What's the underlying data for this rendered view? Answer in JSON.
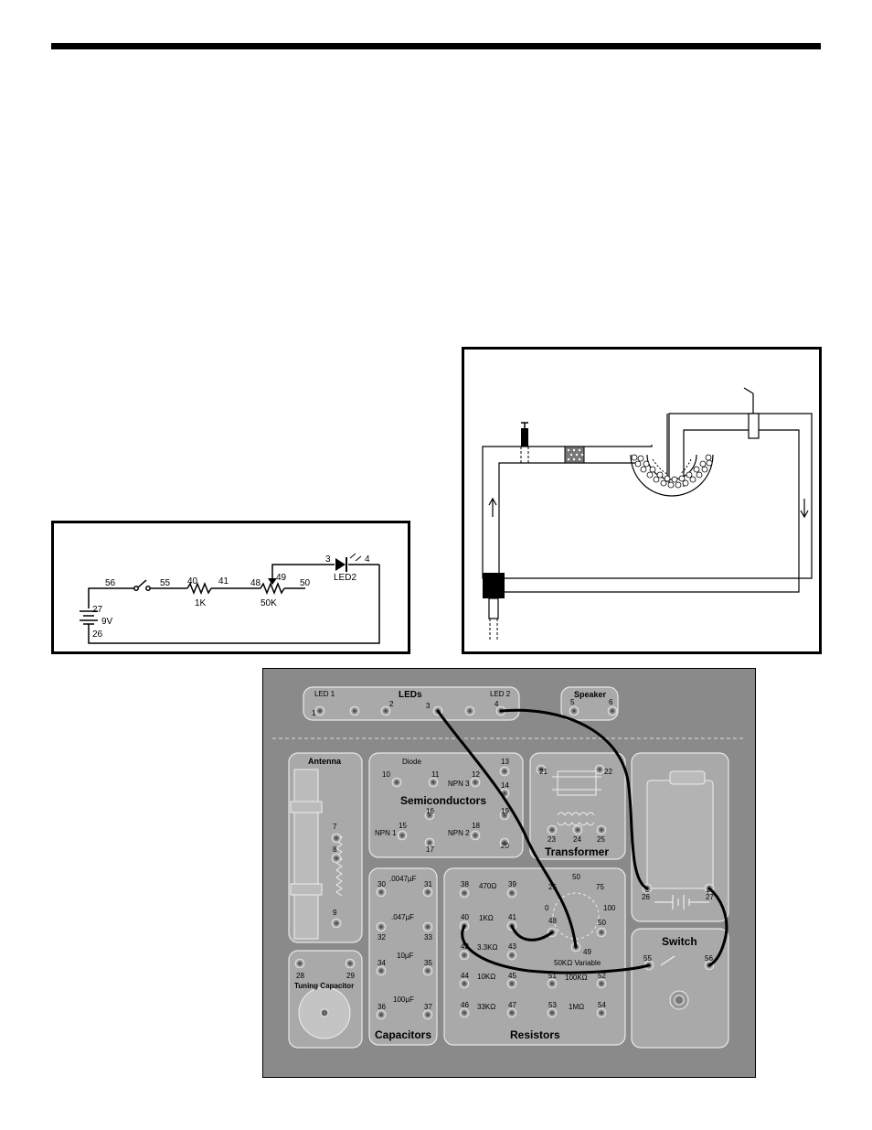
{
  "schematic": {
    "nodes": [
      "56",
      "55",
      "40",
      "41",
      "48",
      "49",
      "50",
      "3",
      "4",
      "27",
      "26"
    ],
    "battery_label": "9V",
    "resistor_label": "1K",
    "pot_label": "50K",
    "led_label": "LED2"
  },
  "kit": {
    "leds_title": "LEDs",
    "led1_label": "LED 1",
    "led2_label": "LED 2",
    "led_terminals": [
      "1",
      "2",
      "3",
      "4"
    ],
    "speaker_title": "Speaker",
    "speaker_terminals": [
      "5",
      "6"
    ],
    "antenna_title": "Antenna",
    "antenna_terminals": [
      "7",
      "8",
      "9"
    ],
    "diode_label": "Diode",
    "semiconductors_title": "Semiconductors",
    "semi_terminals": [
      "10",
      "11",
      "12",
      "13",
      "14",
      "15",
      "16",
      "17",
      "18",
      "19",
      "20"
    ],
    "npn_labels": [
      "NPN 3",
      "NPN 1",
      "NPN 2"
    ],
    "transformer_title": "Transformer",
    "transformer_terminals": [
      "21",
      "22",
      "23",
      "24",
      "25"
    ],
    "capacitors_title": "Capacitors",
    "cap_values": [
      ".0047µF",
      ".047µF",
      "10µF",
      "100µF"
    ],
    "cap_terminals": [
      "30",
      "31",
      "32",
      "33",
      "34",
      "35",
      "36",
      "37"
    ],
    "tuning_cap_title": "Tuning Capacitor",
    "tuning_terminals": [
      "28",
      "29"
    ],
    "resistors_title": "Resistors",
    "resistor_values": [
      "470Ω",
      "1KΩ",
      "3.3KΩ",
      "10KΩ",
      "33KΩ",
      "100KΩ",
      "1MΩ"
    ],
    "resistor_terminals": [
      "38",
      "39",
      "40",
      "41",
      "42",
      "43",
      "44",
      "45",
      "46",
      "47",
      "51",
      "52",
      "53",
      "54"
    ],
    "pot_title": "50KΩ Variable",
    "pot_terminals": [
      "48",
      "49",
      "50"
    ],
    "pot_scale": [
      "0",
      "25",
      "50",
      "75",
      "100"
    ],
    "battery_terminals": [
      "26",
      "27"
    ],
    "battery_signs": [
      "–",
      "+"
    ],
    "switch_title": "Switch",
    "switch_terminals": [
      "55",
      "56"
    ]
  }
}
